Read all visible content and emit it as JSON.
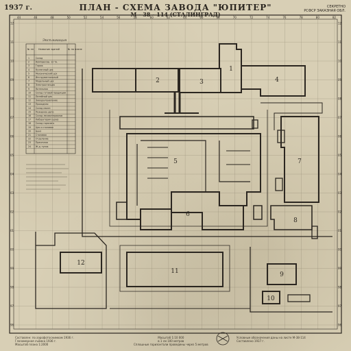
{
  "header": {
    "year": "1937 г.",
    "title": "ПЛАН - СХЕМА ЗАВОДА  \"ЮПИТЕР\"",
    "code_prefix": "М - 38 - 114",
    "code_suffix": "(СТАЛИНГРАД)",
    "corner_lines": [
      "СЕКРЕТНО",
      "РСФСР   ЗАКАЗНАЯ ОБЛ."
    ]
  },
  "legend": {
    "title": "Экспликация",
    "columns": [
      "№ пп",
      "Название зданий",
      "№ на плане"
    ],
    "rows": [
      {
        "n": "1",
        "name": "Склад",
        "mark": ""
      },
      {
        "n": "2",
        "name": "Компрессор. 12 тн.",
        "mark": ""
      },
      {
        "n": "3",
        "name": "Гараж",
        "mark": ""
      },
      {
        "n": "4",
        "name": "Кузнечный цех",
        "mark": ""
      },
      {
        "n": "5",
        "name": "Механический цех",
        "mark": ""
      },
      {
        "n": "6",
        "name": "Инструментальный",
        "mark": ""
      },
      {
        "n": "7",
        "name": "Модельный цех",
        "mark": ""
      },
      {
        "n": "8",
        "name": "Электростанция",
        "mark": ""
      },
      {
        "n": "9",
        "name": "Котельная",
        "mark": ""
      },
      {
        "n": "10",
        "name": "Склад готовой продукции",
        "mark": ""
      },
      {
        "n": "11",
        "name": "Литейный цех",
        "mark": ""
      },
      {
        "n": "12",
        "name": "Заводоуправление",
        "mark": ""
      },
      {
        "n": "13",
        "name": "Проходная",
        "mark": ""
      },
      {
        "n": "14",
        "name": "Склад масел",
        "mark": ""
      },
      {
        "n": "15",
        "name": "Пожарное депо",
        "mark": ""
      },
      {
        "n": "16",
        "name": "Склад лесоматериалов",
        "mark": ""
      },
      {
        "n": "17",
        "name": "Лаборатория (цеха)",
        "mark": ""
      },
      {
        "n": "18",
        "name": "Склад горючего",
        "mark": ""
      },
      {
        "n": "19",
        "name": "Цех и столовая",
        "mark": ""
      },
      {
        "n": "20",
        "name": "Баня",
        "mark": ""
      },
      {
        "n": "21",
        "name": "Столовая",
        "mark": ""
      },
      {
        "n": "22",
        "name": "Отделение",
        "mark": ""
      },
      {
        "n": "23",
        "name": "Прачечная",
        "mark": ""
      },
      {
        "n": "24",
        "name": "Ж.д. тупик",
        "mark": ""
      }
    ]
  },
  "grid": {
    "top_labels": [
      "44",
      "46",
      "48",
      "50",
      "52",
      "54",
      "56",
      "58",
      "60",
      "62",
      "64",
      "66",
      "68",
      "70",
      "72",
      "74",
      "76",
      "78",
      "80",
      "82"
    ],
    "side_labels": [
      "12",
      "11",
      "10",
      "09",
      "08",
      "07",
      "06",
      "05",
      "04",
      "03",
      "02",
      "01",
      "00",
      "99",
      "98",
      "97",
      "96"
    ]
  },
  "buildings": [
    "1",
    "2",
    "3",
    "4",
    "5",
    "6",
    "7",
    "8",
    "9",
    "10",
    "11",
    "12"
  ],
  "footer": {
    "left": [
      "Составлен: по аэрофотоснимкам 1936 г.",
      "Глазомерная съёмка 1936 г.",
      "Масштаб плана 1:2000"
    ],
    "center": [
      "Масштаб 1:10 000",
      "в 1 см 100 метров",
      "Сплошные горизонтали проведены через 5 метров"
    ],
    "right": [
      "Условные обозначения даны на листе М-38-114",
      "Составлено 1937 г."
    ]
  },
  "colors": {
    "ink": "#2b2620",
    "paper": "#d8cfb5"
  }
}
